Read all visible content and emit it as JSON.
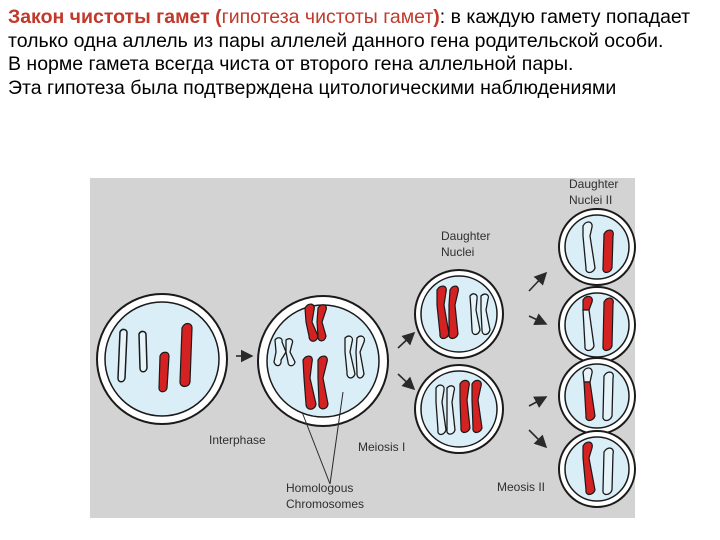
{
  "text": {
    "title_bold": "Закон чистоты гамет (",
    "title_paren": "гипотеза чистоты гамет",
    "title_close": ")",
    "title_rest": ": в каждую гамету попадает только одна аллель из пары аллелей данного гена родительской особи.",
    "para2": "В норме гамета всегда чиста от второго гена аллельной пары.",
    "para3": "Эта гипотеза была подтверждена цитологическими наблюдениями"
  },
  "figure": {
    "labels": {
      "interphase": "Interphase",
      "meiosis1": "Meiosis I",
      "homologous1": "Homologous",
      "homologous2": "Chromosomes",
      "daughter_nuclei1": "Daughter",
      "daughter_nuclei2": "Nuclei",
      "daughter_nuclei_ii1": "Daughter",
      "daughter_nuclei_ii2": "Nuclei II",
      "meiosis2": "Meosis II"
    },
    "colors": {
      "panel": "#d3d3d3",
      "cell_fill": "#ffffff",
      "cell_stroke": "#1a1a1a",
      "chromosome_red": "#d42222",
      "chromosome_blue": "#dceef6",
      "arrow": "#2a2a2a",
      "title_red": "#c0392b"
    }
  }
}
